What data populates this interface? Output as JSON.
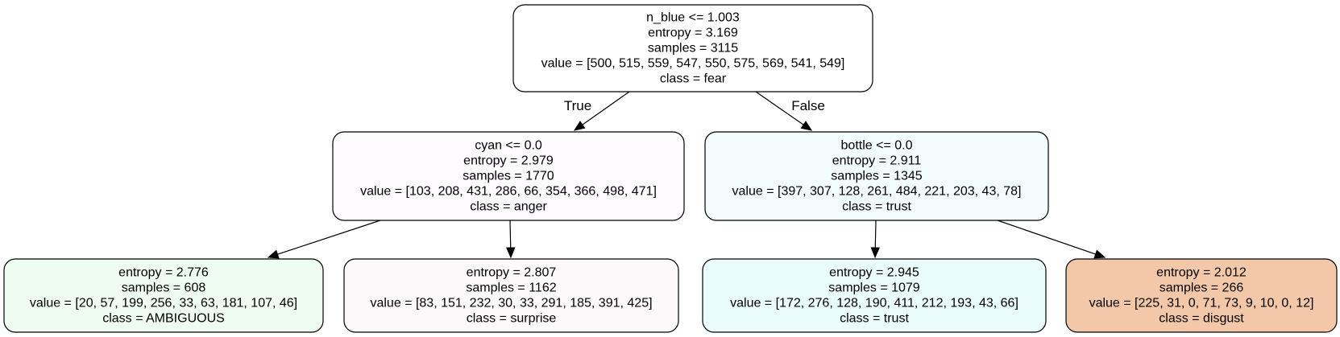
{
  "tree": {
    "nodes": [
      {
        "id": "root",
        "lines": [
          "n_blue <= 1.003",
          "entropy = 3.169",
          "samples = 3115",
          "value = [500, 515, 559, 547, 550, 575, 569, 541, 549]",
          "class = fear"
        ],
        "fill": "#ffffff"
      },
      {
        "id": "left",
        "lines": [
          "cyan <= 0.0",
          "entropy = 2.979",
          "samples = 1770",
          "value = [103, 208, 431, 286, 66, 354, 366, 498, 471]",
          "class = anger"
        ],
        "fill": "#fefbfe"
      },
      {
        "id": "right",
        "lines": [
          "bottle <= 0.0",
          "entropy = 2.911",
          "samples = 1345",
          "value = [397, 307, 128, 261, 484, 221, 203, 43, 78]",
          "class = trust"
        ],
        "fill": "#f3fcfd"
      },
      {
        "id": "ll",
        "lines": [
          "entropy = 2.776",
          "samples = 608",
          "value = [20, 57, 199, 256, 33, 63, 181, 107, 46]",
          "class = AMBIGUOUS"
        ],
        "fill": "#effcf2"
      },
      {
        "id": "lr",
        "lines": [
          "entropy = 2.807",
          "samples = 1162",
          "value = [83, 151, 232, 30, 33, 291, 185, 391, 425]",
          "class = surprise"
        ],
        "fill": "#fdf8f9"
      },
      {
        "id": "rl",
        "lines": [
          "entropy = 2.945",
          "samples = 1079",
          "value = [172, 276, 128, 190, 411, 212, 193, 43, 66]",
          "class = trust"
        ],
        "fill": "#eafbfb"
      },
      {
        "id": "rr",
        "lines": [
          "entropy = 2.012",
          "samples = 266",
          "value = [225, 31, 0, 71, 73, 9, 10, 0, 12]",
          "class = disgust"
        ],
        "fill": "#f3c8a9"
      }
    ],
    "edges": [
      {
        "from": "root",
        "to": "left",
        "label": "True"
      },
      {
        "from": "root",
        "to": "right",
        "label": "False"
      },
      {
        "from": "left",
        "to": "ll",
        "label": ""
      },
      {
        "from": "left",
        "to": "lr",
        "label": ""
      },
      {
        "from": "right",
        "to": "rl",
        "label": ""
      },
      {
        "from": "right",
        "to": "rr",
        "label": ""
      }
    ]
  }
}
